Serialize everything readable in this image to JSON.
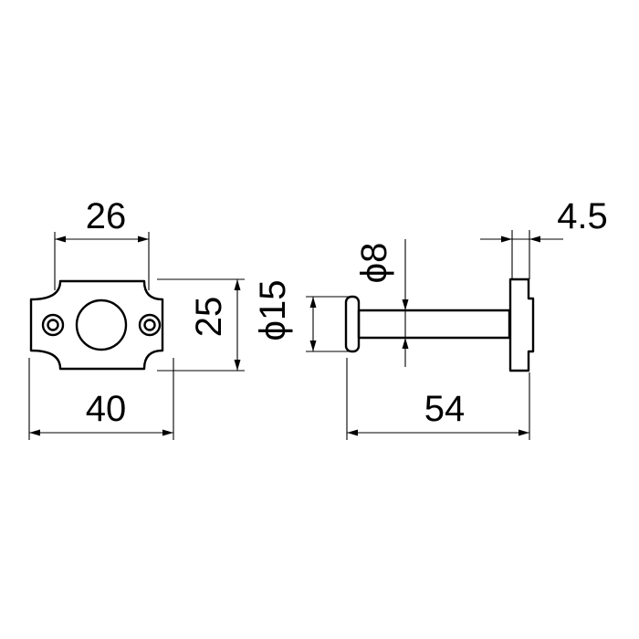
{
  "dimensions": {
    "plate_hole_spacing": "26",
    "plate_width": "40",
    "plate_height": "25",
    "shaft_diameter": "ϕ8",
    "head_diameter": "ϕ15",
    "base_thickness": "4.5",
    "overall_length": "54"
  }
}
